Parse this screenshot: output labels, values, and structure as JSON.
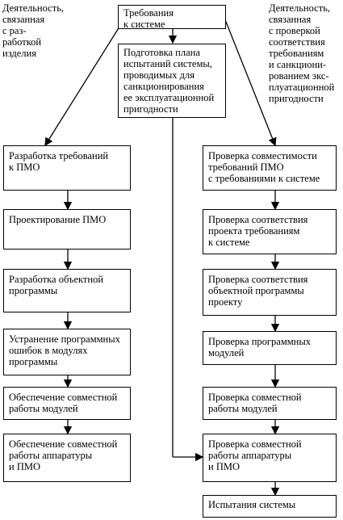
{
  "diagram": {
    "top": {
      "requirements": "Требования\nк системе",
      "test_plan": "Подготовка плана\nиспытаний системы,\nпроводимых для\nсанкционирования\nее эксплуатационной\nпригодности"
    },
    "notes": {
      "left": "Деятельность,\nсвязанная\nс раз-\nработкой\nизделия",
      "right": "Деятельность,\nсвязанная\nс проверкой\nсоответствия\nтребованиям\nи санкциони-\nрованием экс-\nплуатационной\nпригодности"
    },
    "left_column": [
      "Разработка требований\nк ПМО",
      "Проектирование ПМО",
      "Разработка объектной\nпрограммы",
      "Устранение программных\nошибок в модулях\nпрограммы",
      "Обеспечение совместной\nработы модулей",
      "Обеспечение совместной\nработы аппаратуры\nи ПМО"
    ],
    "right_column": [
      "Проверка совместимости\nтребований ПМО\nс требованиями к системе",
      "Проверка соответствия\nпроекта требованиям\nк системе",
      "Проверка соответствия\nобъектной программы\nпроекту",
      "Проверка программных\nмодулей",
      "Проверка совместной\nработы модулей",
      "Проверка совместной\nработы аппаратуры\nи ПМО",
      "Испытания системы"
    ]
  }
}
